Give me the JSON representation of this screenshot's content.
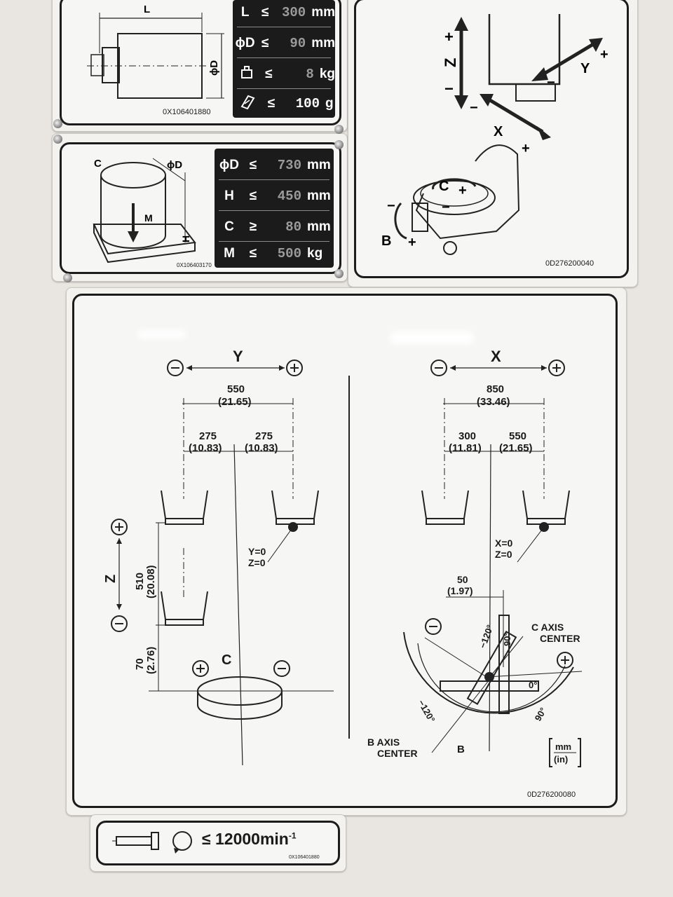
{
  "plate1": {
    "label_L": "L",
    "label_D": "ϕD",
    "code": "0X106401880",
    "rows": [
      {
        "sym": "L",
        "op": "≤",
        "val": "300",
        "unit": "mm"
      },
      {
        "sym": "ϕD",
        "op": "≤",
        "val": "90",
        "unit": "mm"
      },
      {
        "sym": "weight-icon",
        "op": "≤",
        "val": "8",
        "unit": "kg"
      },
      {
        "sym": "balance-icon",
        "op": "≤",
        "val": "100",
        "unit": "g"
      }
    ]
  },
  "plate2": {
    "label_C": "C",
    "label_D": "ϕD",
    "label_M": "M",
    "label_H": "H",
    "code": "0X106403170",
    "rows": [
      {
        "sym": "ϕD",
        "op": "≤",
        "val": "730",
        "unit": "mm"
      },
      {
        "sym": "H",
        "op": "≤",
        "val": "450",
        "unit": "mm"
      },
      {
        "sym": "C",
        "op": "≥",
        "val": "80",
        "unit": "mm"
      },
      {
        "sym": "M",
        "op": "≤",
        "val": "500",
        "unit": "kg"
      }
    ]
  },
  "plate3": {
    "code": "0D276200040",
    "axes": {
      "z": "Z",
      "y": "Y",
      "x": "X",
      "c": "C",
      "b": "B",
      "plus": "+",
      "minus": "−"
    }
  },
  "main": {
    "code": "0D276200080",
    "units_top": "mm",
    "units_bottom": "(in)",
    "y_axis": {
      "label": "Y",
      "total": "550",
      "total_in": "(21.65)",
      "left": "275",
      "left_in": "(10.83)",
      "right": "275",
      "right_in": "(10.83)",
      "zero_y": "Y=0",
      "zero_z": "Z=0",
      "z_label": "Z",
      "z_travel": "510",
      "z_travel_in": "(20.08)",
      "z_offset": "70",
      "z_offset_in": "(2.76)",
      "c_label": "C",
      "plus": "+",
      "minus": "−"
    },
    "x_axis": {
      "label": "X",
      "total": "850",
      "total_in": "(33.46)",
      "left": "300",
      "left_in": "(11.81)",
      "right": "550",
      "right_in": "(21.65)",
      "zero_x": "X=0",
      "zero_z": "Z=0",
      "b_offset": "50",
      "b_offset_in": "(1.97)",
      "c_center_1": "C AXIS",
      "c_center_2": "CENTER",
      "b_center_1": "B AXIS",
      "b_center_2": "CENTER",
      "b_label": "B",
      "deg_neg120a": "−120°",
      "deg_neg120b": "−120°",
      "deg_90a": "90°",
      "deg_90b": "90°",
      "deg_0": "0°",
      "plus": "+",
      "minus": "−"
    }
  },
  "plate5": {
    "spindle": "≤ 12000min",
    "sup": "-1",
    "code": "0X106401880"
  }
}
